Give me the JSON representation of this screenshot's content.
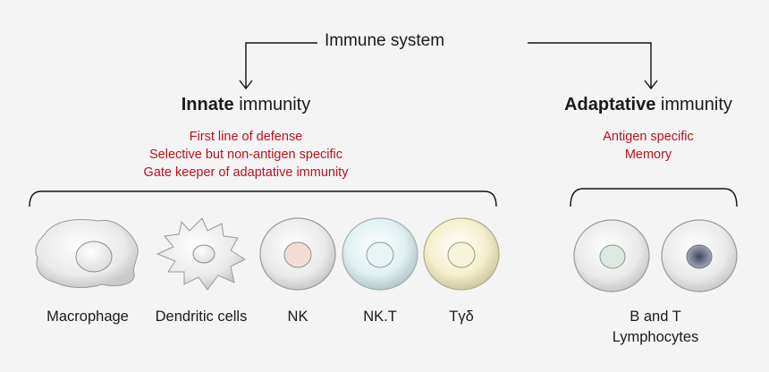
{
  "root": {
    "label": "Immune system"
  },
  "innate": {
    "title_bold": "Innate",
    "title_rest": " immunity",
    "features": [
      "First line of defense",
      "Selective but non-antigen specific",
      "Gate keeper of adaptative immunity"
    ],
    "cells": [
      {
        "label": "Macrophage",
        "icon": "macrophage-cell-icon"
      },
      {
        "label": "Dendritic cells",
        "icon": "dendritic-cell-icon"
      },
      {
        "label": "NK",
        "icon": "nk-cell-icon"
      },
      {
        "label": "NK.T",
        "icon": "nkt-cell-icon"
      },
      {
        "label": "Tγδ",
        "icon": "tgd-cell-icon"
      }
    ]
  },
  "adaptive": {
    "title_bold": "Adaptative",
    "title_rest": " immunity",
    "features": [
      "Antigen specific",
      "Memory"
    ],
    "cells": [
      {
        "label": "B and T Lymphocytes",
        "icon": "lymphocyte-cell-icon"
      }
    ]
  },
  "colors": {
    "feature_text": "#c0101a",
    "nk_nucleus": "#f0d2cc",
    "nkt_tint": "#d6ecef",
    "tgd_tint": "#f2eec6",
    "lymph_nucleus_b": "#d6e6dc",
    "lymph_nucleus_t": "#5e6a80"
  }
}
